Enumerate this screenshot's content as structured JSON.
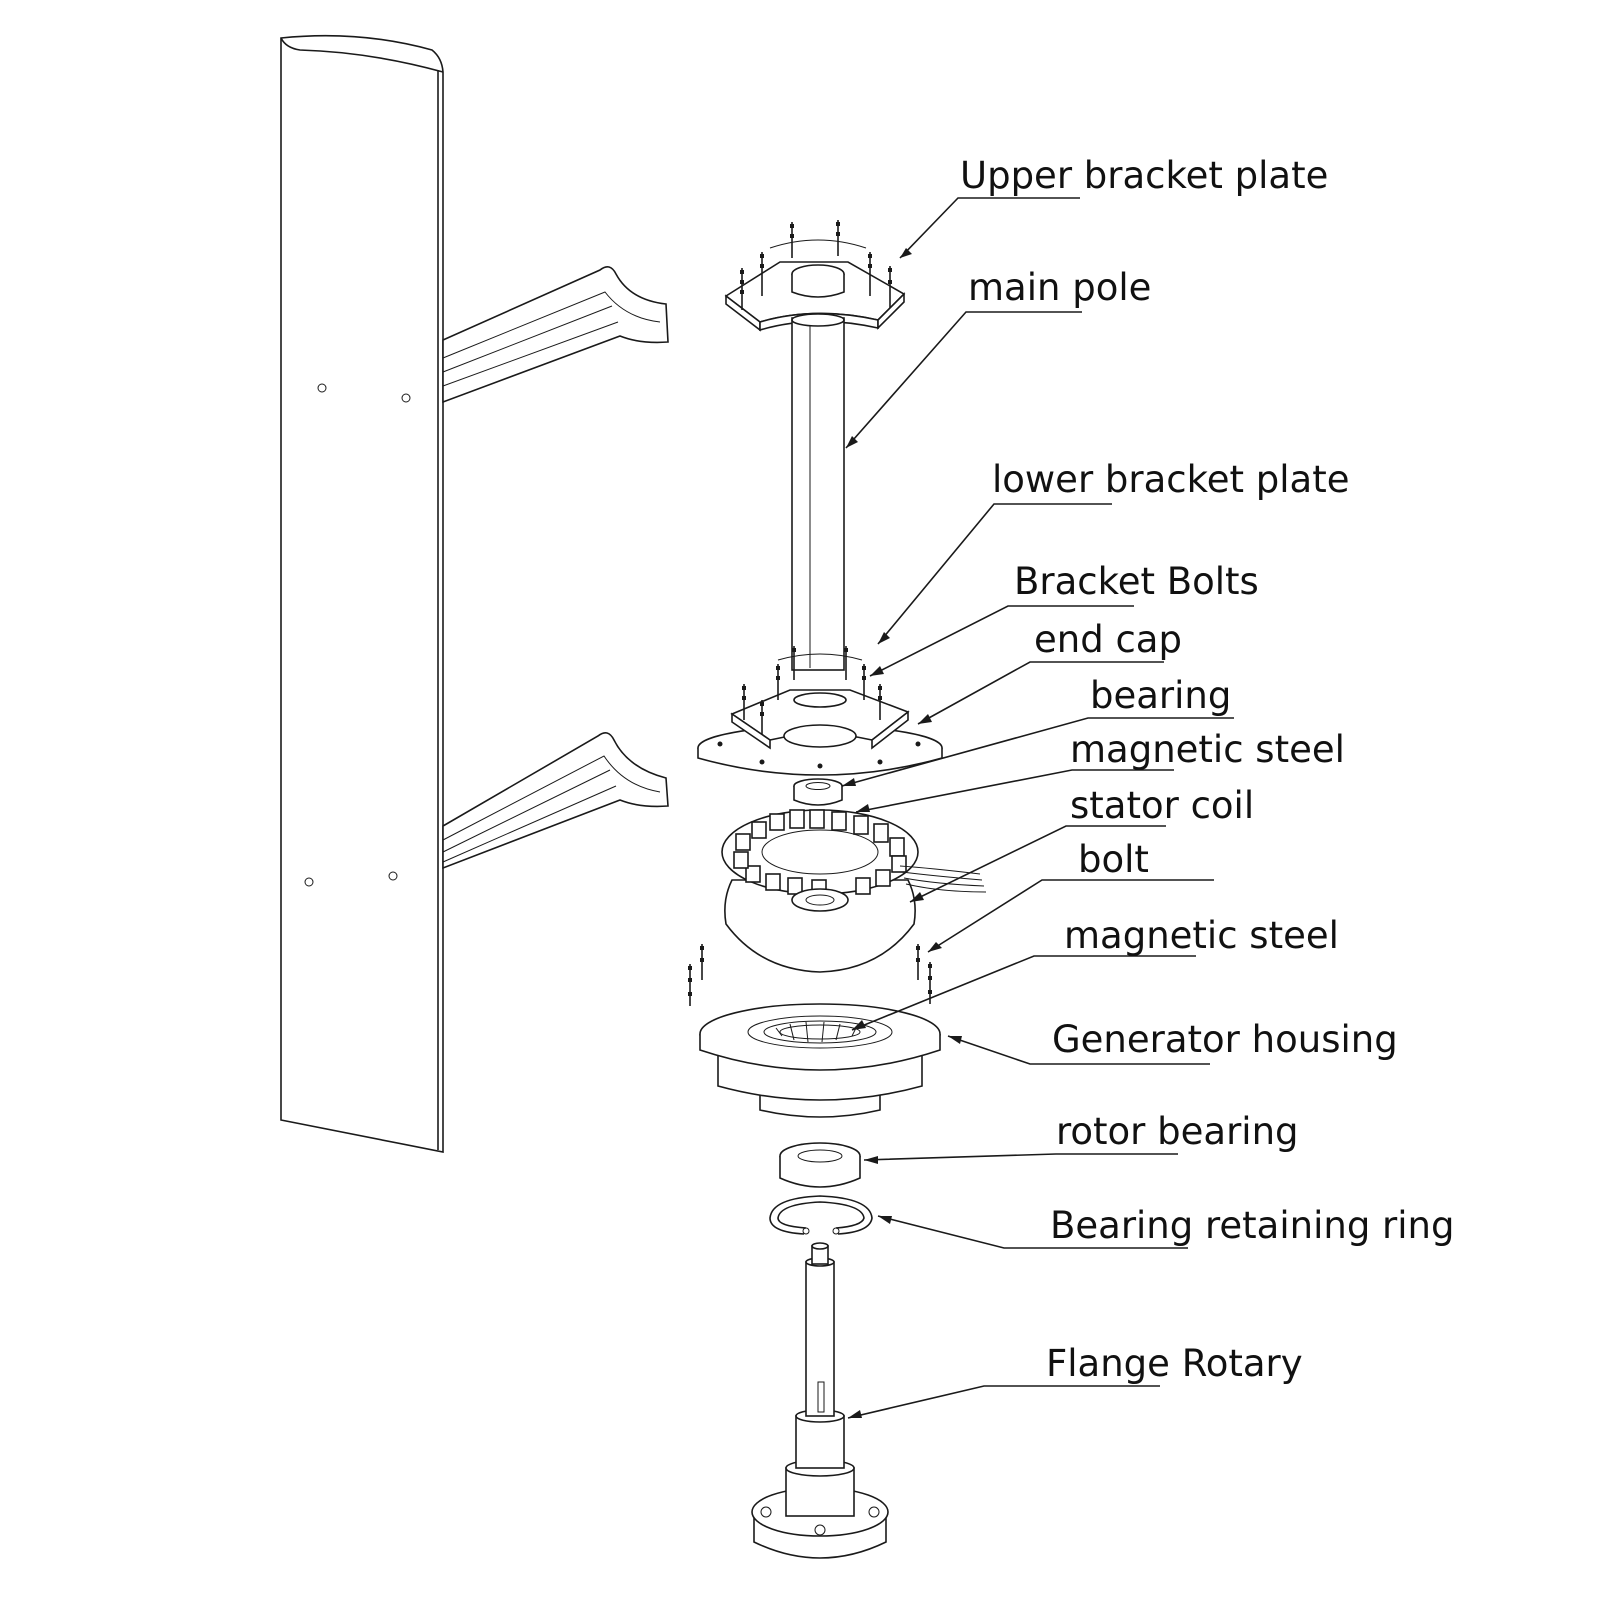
{
  "diagram": {
    "labels": [
      {
        "id": "upper-bracket-plate",
        "text": "Upper bracket plate"
      },
      {
        "id": "main-pole",
        "text": "main pole"
      },
      {
        "id": "lower-bracket-plate",
        "text": "lower bracket plate"
      },
      {
        "id": "bracket-bolts",
        "text": "Bracket Bolts"
      },
      {
        "id": "end-cap",
        "text": "end cap"
      },
      {
        "id": "bearing",
        "text": "bearing"
      },
      {
        "id": "magnetic-steel-upper",
        "text": "magnetic steel"
      },
      {
        "id": "stator-coil",
        "text": "stator coil"
      },
      {
        "id": "bolt",
        "text": "bolt"
      },
      {
        "id": "magnetic-steel-lower",
        "text": "magnetic steel"
      },
      {
        "id": "generator-housing",
        "text": "Generator housing"
      },
      {
        "id": "rotor-bearing",
        "text": "rotor bearing"
      },
      {
        "id": "bearing-retaining-ring",
        "text": "Bearing retaining ring"
      },
      {
        "id": "flange-rotary",
        "text": "Flange Rotary"
      }
    ]
  }
}
